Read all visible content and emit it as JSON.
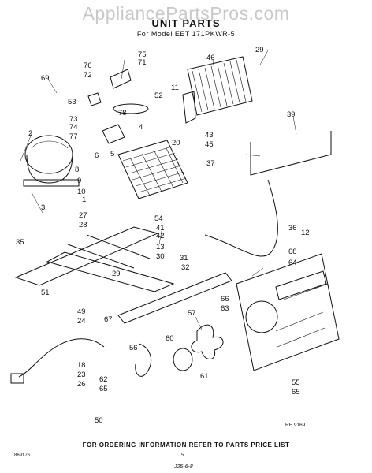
{
  "watermark": "AppliancePartsPros.com",
  "header": {
    "title": "UNIT PARTS",
    "subtitle": "For Model EET 171PKWR-5"
  },
  "callouts": [
    "75",
    "71",
    "76",
    "72",
    "46",
    "29",
    "69",
    "11",
    "52",
    "53",
    "73",
    "74",
    "77",
    "78",
    "2",
    "4",
    "5",
    "20",
    "39",
    "43",
    "45",
    "37",
    "9",
    "6",
    "8",
    "10",
    "3",
    "1",
    "27",
    "28",
    "54",
    "36",
    "12",
    "41",
    "42",
    "35",
    "13",
    "30",
    "31",
    "32",
    "68",
    "64",
    "29",
    "51",
    "66",
    "63",
    "49",
    "24",
    "67",
    "57",
    "56",
    "60",
    "18",
    "23",
    "26",
    "62",
    "65",
    "61",
    "55",
    "65",
    "50"
  ],
  "footer": {
    "note": "FOR ORDERING INFORMATION REFER TO PARTS PRICE LIST",
    "ref_code": "RE 9169",
    "left_code": "869176",
    "page_num": "5",
    "bottom_code": "J25-6-8"
  }
}
